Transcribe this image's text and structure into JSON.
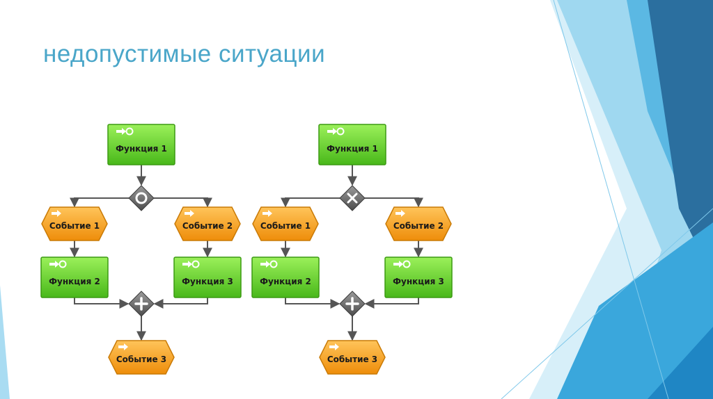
{
  "slide": {
    "title": "недопустимые ситуации"
  },
  "colors": {
    "title": "#4aa6c9",
    "function_fill": "#6ed12b",
    "function_border": "#3b9a12",
    "event_fill": "#f5a31a",
    "event_border": "#c97a06",
    "connector": "#555555",
    "accent_light": "#bfe5f5",
    "accent_mid": "#5bb8e3",
    "accent_dark": "#2b6f9f"
  },
  "diagrams": [
    {
      "split_operator": "OR",
      "join_operator": "AND",
      "nodes": {
        "top_function": "Функция 1",
        "left_event": "Событие 1",
        "right_event": "Событие 2",
        "left_function": "Функция 2",
        "right_function": "Функция 3",
        "bottom_event": "Событие 3"
      }
    },
    {
      "split_operator": "XOR",
      "join_operator": "AND",
      "nodes": {
        "top_function": "Функция 1",
        "left_event": "Событие 1",
        "right_event": "Событие 2",
        "left_function": "Функция 2",
        "right_function": "Функция 3",
        "bottom_event": "Событие 3"
      }
    }
  ]
}
